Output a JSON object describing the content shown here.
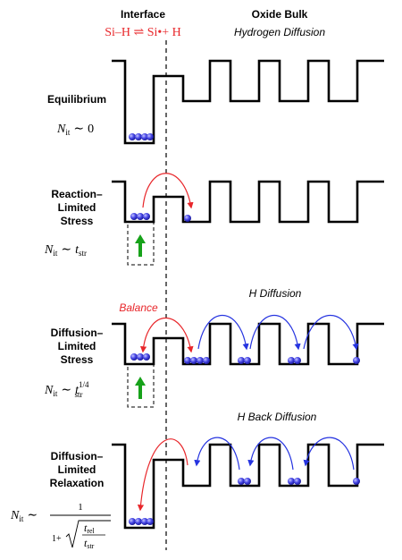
{
  "header": {
    "interface_title": "Interface",
    "reaction": "Si–H ⇌ Si•+ H",
    "oxide_title": "Oxide Bulk",
    "oxide_subtitle": "Hydrogen Diffusion"
  },
  "panels": [
    {
      "label_lines": [
        "Equilibrium"
      ],
      "formula": "N_it ~ 0"
    },
    {
      "label_lines": [
        "Reaction–",
        "Limited",
        "Stress"
      ],
      "formula": "N_it ~ t_str"
    },
    {
      "label_lines": [
        "Diffusion–",
        "Limited",
        "Stress"
      ],
      "formula": "N_it ~ t_str^(1/4)"
    },
    {
      "label_lines": [
        "Diffusion–",
        "Limited",
        "Relaxation"
      ],
      "formula": "N_it ~ 1 / (1 + sqrt(t_rel / t_str))"
    }
  ],
  "annotations": {
    "balance": "Balance",
    "h_diffusion": "H Diffusion",
    "h_back_diffusion": "H Back Diffusion"
  },
  "formula_parts": {
    "n": "N",
    "it": "it",
    "sim": "∼",
    "zero": "0",
    "t": "t",
    "str": "str",
    "quarter": "1/4",
    "one": "1",
    "one_plus": "1+",
    "rel": "rel"
  },
  "colors": {
    "line": "#000000",
    "hydrogen": "#3f3fe0",
    "hydrogen_highlight": "#b8b8ff",
    "hop_arrow_red": "#e8262a",
    "diffusion_arrow_blue": "#2634e0",
    "stress_arrow": "#17a21a",
    "reaction_text": "#e8262a",
    "balance_text": "#e8262a"
  },
  "icons": {
    "stress_arrow": "up-arrow-green",
    "hydrogen": "blue-sphere"
  }
}
